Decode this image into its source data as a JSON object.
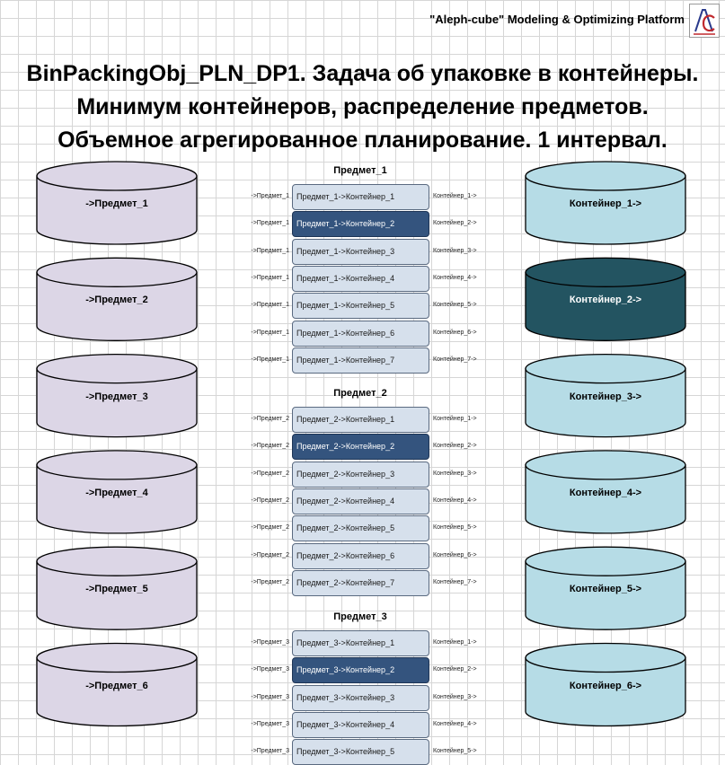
{
  "header": {
    "platform": "\"Aleph-cube\" Modeling & Optimizing Platform",
    "logo_text": "Ac",
    "title_lines": [
      "BinPackingObj_PLN_DP1. Задача об упаковке в контейнеры.",
      "Минимум контейнеров, распределение предметов.",
      "Объемное агрегированное планирование. 1 интервал."
    ]
  },
  "colors": {
    "item_cylinder": "#dcd6e6",
    "container_cylinder": "#b6dce6",
    "container_selected": "#235461",
    "pair_box": "#d6e0ec",
    "pair_box_selected": "#34547e"
  },
  "items": [
    {
      "label": "->Предмет_1"
    },
    {
      "label": "->Предмет_2"
    },
    {
      "label": "->Предмет_3"
    },
    {
      "label": "->Предмет_4"
    },
    {
      "label": "->Предмет_5"
    },
    {
      "label": "->Предмет_6"
    }
  ],
  "containers": [
    {
      "label": "Контейнер_1->",
      "selected": false
    },
    {
      "label": "Контейнер_2->",
      "selected": true
    },
    {
      "label": "Контейнер_3->",
      "selected": false
    },
    {
      "label": "Контейнер_4->",
      "selected": false
    },
    {
      "label": "Контейнер_5->",
      "selected": false
    },
    {
      "label": "Контейнер_6->",
      "selected": false
    }
  ],
  "groups": [
    {
      "title": "Предмет_1",
      "in_label": "->Предмет_1",
      "rows": [
        {
          "label": "Предмет_1->Контейнер_1",
          "out": "Контейнер_1->",
          "selected": false
        },
        {
          "label": "Предмет_1->Контейнер_2",
          "out": "Контейнер_2->",
          "selected": true
        },
        {
          "label": "Предмет_1->Контейнер_3",
          "out": "Контейнер_3->",
          "selected": false
        },
        {
          "label": "Предмет_1->Контейнер_4",
          "out": "Контейнер_4->",
          "selected": false
        },
        {
          "label": "Предмет_1->Контейнер_5",
          "out": "Контейнер_5->",
          "selected": false
        },
        {
          "label": "Предмет_1->Контейнер_6",
          "out": "Контейнер_6->",
          "selected": false
        },
        {
          "label": "Предмет_1->Контейнер_7",
          "out": "Контейнер_7->",
          "selected": false
        }
      ]
    },
    {
      "title": "Предмет_2",
      "in_label": "->Предмет_2",
      "rows": [
        {
          "label": "Предмет_2->Контейнер_1",
          "out": "Контейнер_1->",
          "selected": false
        },
        {
          "label": "Предмет_2->Контейнер_2",
          "out": "Контейнер_2->",
          "selected": true
        },
        {
          "label": "Предмет_2->Контейнер_3",
          "out": "Контейнер_3->",
          "selected": false
        },
        {
          "label": "Предмет_2->Контейнер_4",
          "out": "Контейнер_4->",
          "selected": false
        },
        {
          "label": "Предмет_2->Контейнер_5",
          "out": "Контейнер_5->",
          "selected": false
        },
        {
          "label": "Предмет_2->Контейнер_6",
          "out": "Контейнер_6->",
          "selected": false
        },
        {
          "label": "Предмет_2->Контейнер_7",
          "out": "Контейнер_7->",
          "selected": false
        }
      ]
    },
    {
      "title": "Предмет_3",
      "in_label": "->Предмет_3",
      "rows": [
        {
          "label": "Предмет_3->Контейнер_1",
          "out": "Контейнер_1->",
          "selected": false
        },
        {
          "label": "Предмет_3->Контейнер_2",
          "out": "Контейнер_2->",
          "selected": true
        },
        {
          "label": "Предмет_3->Контейнер_3",
          "out": "Контейнер_3->",
          "selected": false
        },
        {
          "label": "Предмет_3->Контейнер_4",
          "out": "Контейнер_4->",
          "selected": false
        },
        {
          "label": "Предмет_3->Контейнер_5",
          "out": "Контейнер_5->",
          "selected": false
        }
      ]
    }
  ]
}
